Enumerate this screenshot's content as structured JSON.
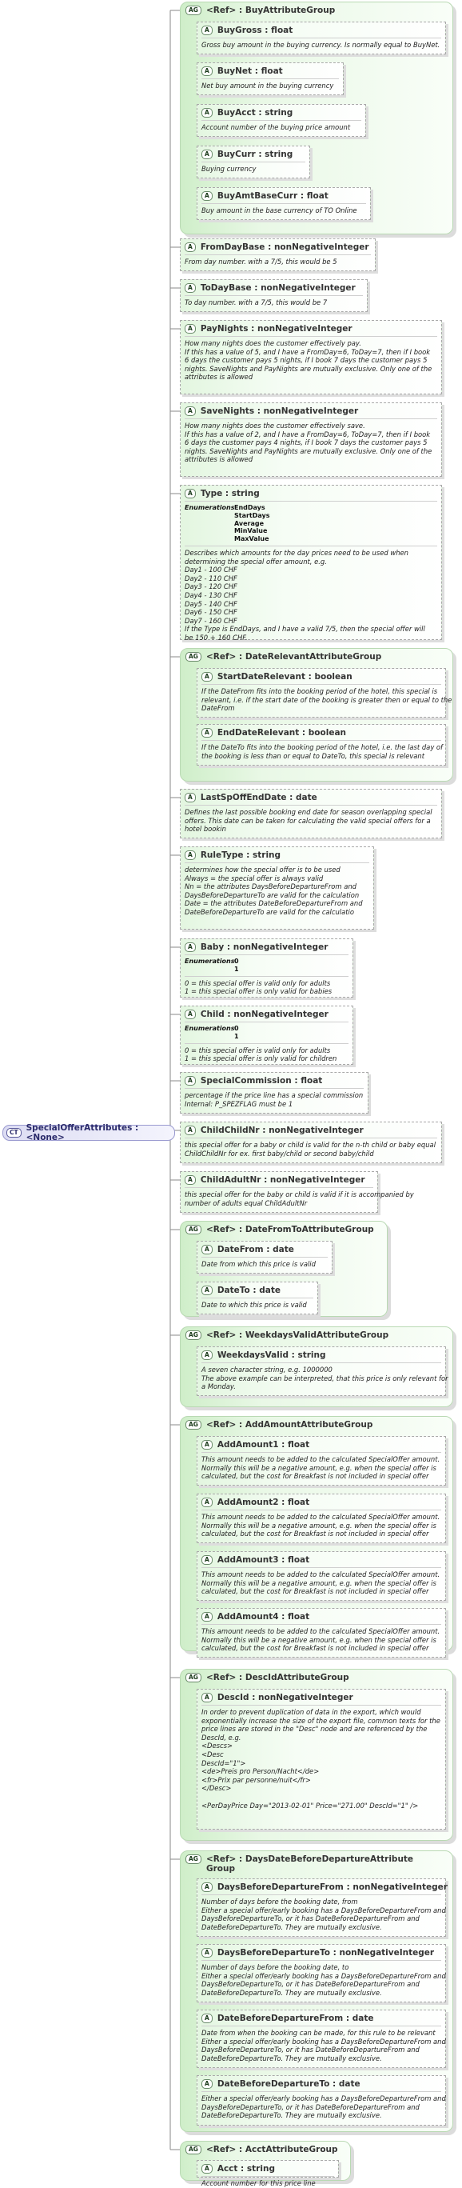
{
  "root": {
    "tag": "CT",
    "title": "SpecialOfferAttributes : <None>"
  },
  "tags": {
    "group": "AG",
    "attr": "A"
  },
  "nodes": {
    "buy_grp": {
      "title": "<Ref>      : BuyAttributeGroup"
    },
    "buygross": {
      "title": "BuyGross : float",
      "doc": [
        "Gross buy amount in the buying currency. Is normally equal to BuyNet."
      ]
    },
    "buynet": {
      "title": "BuyNet    : float",
      "doc": [
        "Net buy amount in the buying currency"
      ]
    },
    "buyacct": {
      "title": "BuyAcct : string",
      "doc": [
        "Account number of the buying price amount"
      ]
    },
    "buycurr": {
      "title": "BuyCurr : string",
      "doc": [
        "Buying currency"
      ]
    },
    "buyamtbase": {
      "title": "BuyAmtBaseCurr : float",
      "doc": [
        "Buy amount in the base currency of TO Online"
      ]
    },
    "fromdaybase": {
      "title": "FromDayBase : nonNegativeInteger",
      "doc": [
        "From day number. with a 7/5, this would be 5"
      ]
    },
    "todaybase": {
      "title": "ToDayBase : nonNegativeInteger",
      "doc": [
        "To day number. with a 7/5, this would be 7"
      ]
    },
    "paynights": {
      "title": "PayNights : nonNegativeInteger",
      "doc": [
        "How many nights does the customer effectively pay.",
        "If this has a value of 5, and I have a FromDay=6, ToDay=7, then if I book",
        "6 days the customer pays 5 nights, if I book 7 days the customer pays 5",
        "nights. SaveNights and PayNights are mutually exclusive. Only one of the",
        "attributes is allowed"
      ]
    },
    "savenights": {
      "title": "SaveNights : nonNegativeInteger",
      "doc": [
        "How many nights does the customer effectively save.",
        "If this has a value of 2, and I have a FromDay=6, ToDay=7, then if I book",
        "6 days the customer pays 4 nights, if I book 7 days the customer pays 5",
        "nights. SaveNights and PayNights are mutually exclusive. Only one of the",
        "attributes is allowed"
      ]
    },
    "type": {
      "title": "Type      : string",
      "enum_label": "Enumerations",
      "enums": [
        "EndDays",
        "StartDays",
        "Average",
        "MinValue",
        "MaxValue"
      ],
      "doc": [
        "Describes which amounts for the day prices need to be used when",
        "determining the special offer amount, e.g.",
        "Day1 - 100 CHF",
        "Day2 - 110 CHF",
        "Day3 - 120 CHF",
        "Day4 - 130 CHF",
        "Day5 - 140 CHF",
        "Day6 - 150 CHF",
        "Day7 - 160 CHF",
        "If the Type is EndDays, and I have a valid 7/5, then the special offer will",
        "be 150 + 160 CHF."
      ]
    },
    "daterel_grp": {
      "title": "<Ref>      : DateRelevantAttributeGroup"
    },
    "startdaterel": {
      "title": "StartDateRelevant : boolean",
      "doc": [
        "If the DateFrom fits into the booking period of the hotel, this special is",
        "relevant, i.e. if the start date of the booking is greater then or equal to the",
        "DateFrom"
      ]
    },
    "enddaterel": {
      "title": "EndDateRelevant : boolean",
      "doc": [
        "If the DateTo fits into the booking period of the hotel, i.e. the last day of",
        "the booking is less than or equal to DateTo, this special is relevant"
      ]
    },
    "lastspoff": {
      "title": "LastSpOffEndDate : date",
      "doc": [
        "Defines the last possible booking end date for season overlapping special",
        "offers. This date can be taken for calculating the valid special offers for a",
        "hotel bookin"
      ]
    },
    "ruletype": {
      "title": "RuleType : string",
      "doc": [
        "determines how the special offer is to be used",
        "Always = the special offer is always valid",
        "Nn = the attributes DaysBeforeDepartureFrom and",
        "DaysBeforeDepartureTo are valid for the calculation",
        "Date = the attributes DateBeforeDepartureFrom and",
        "DateBeforeDepartureTo are valid for the calculatio"
      ]
    },
    "baby": {
      "title": "Baby      : nonNegativeInteger",
      "enum_label": "Enumerations",
      "enums": [
        "0",
        "1"
      ],
      "doc": [
        "0 = this special offer is valid only for adults",
        "1 = this special offer is only valid for babies"
      ]
    },
    "child": {
      "title": "Child      : nonNegativeInteger",
      "enum_label": "Enumerations",
      "enums": [
        "0",
        "1"
      ],
      "doc": [
        "0 = this special offer is valid only for adults",
        "1 = this special offer is only valid for children"
      ]
    },
    "specialcomm": {
      "title": "SpecialCommission : float",
      "doc": [
        "percentage if the price line has a special commission",
        "Internal: P_SPEZFLAG must be 1"
      ]
    },
    "childchildnr": {
      "title": "ChildChildNr : nonNegativeInteger",
      "doc": [
        "this special offer for a baby or child is valid for the n-th child or baby equal",
        "ChildChildNr for ex. first baby/child or second baby/child"
      ]
    },
    "childadultnr": {
      "title": "ChildAdultNr : nonNegativeInteger",
      "doc": [
        "this special offer for the baby or child is valid if it is accompanied by",
        "number of adults equal ChildAdultNr"
      ]
    },
    "datefromto_grp": {
      "title": "<Ref>      : DateFromToAttributeGroup"
    },
    "datefrom": {
      "title": "DateFrom : date",
      "doc": [
        "Date from which this price is valid"
      ]
    },
    "dateto": {
      "title": "DateTo    : date",
      "doc": [
        "Date to which this price is valid"
      ]
    },
    "weekdays_grp": {
      "title": "<Ref>      : WeekdaysValidAttributeGroup"
    },
    "weekdaysvalid": {
      "title": "WeekdaysValid : string",
      "doc": [
        "A seven character string, e.g. 1000000",
        "The above example can be interpreted, that this price is only relevant for",
        "a Monday."
      ]
    },
    "addamount_grp": {
      "title": "<Ref>      : AddAmountAttributeGroup"
    },
    "addamount1": {
      "title": "AddAmount1 : float",
      "doc": [
        "This amount needs to be added to the calculated SpecialOffer amount.",
        "Normally this will be a negative amount, e.g. when the special offer is",
        "calculated, but the cost for Breakfast is not included in special offer"
      ]
    },
    "addamount2": {
      "title": "AddAmount2 : float",
      "doc": [
        "This amount needs to be added to the calculated SpecialOffer amount.",
        "Normally this will be a negative amount, e.g. when the special offer is",
        "calculated, but the cost for Breakfast is not included in special offer"
      ]
    },
    "addamount3": {
      "title": "AddAmount3 : float",
      "doc": [
        "This amount needs to be added to the calculated SpecialOffer amount.",
        "Normally this will be a negative amount, e.g. when the special offer is",
        "calculated, but the cost for Breakfast is not included in special offer"
      ]
    },
    "addamount4": {
      "title": "AddAmount4 : float",
      "doc": [
        "This amount needs to be added to the calculated SpecialOffer amount.",
        "Normally this will be a negative amount, e.g. when the special offer is",
        "calculated, but the cost for Breakfast is not included in special offer"
      ]
    },
    "descid_grp": {
      "title": "<Ref>      : DescIdAttributeGroup"
    },
    "descid": {
      "title": "DescId    : nonNegativeInteger",
      "doc": [
        "In order to prevent duplication of data in the export, which would",
        "exponentially increase the size of the export file, common texts for the",
        "price lines are stored in the \"Desc\" node and are referenced by the",
        "DescId, e.g.",
        "<Descs>",
        "<Desc",
        "DescId=\"1\">",
        "<de>Preis pro Person/Nacht</de>",
        "<fr>Prix par personne/nuit</fr>",
        "</Desc>",
        "",
        "<PerDayPrice Day=\"2013-02-01\" Price=\"271.00\" DescId=\"1\" />"
      ]
    },
    "daysbefore_grp": {
      "title": "<Ref>      : DaysDateBeforeDepartureAttribute",
      "title2": "Group"
    },
    "daysbeffrom": {
      "title": "DaysBeforeDepartureFrom : nonNegativeInteger",
      "doc": [
        "Number of days before the booking date, from",
        "Either a special offer/early booking has a DaysBeforeDepartureFrom and",
        "DaysBeforeDepartureTo, or it has DateBeforeDepartureFrom and",
        "DateBeforeDepartureTo. They are mutually exclusive."
      ]
    },
    "daysbefto": {
      "title": "DaysBeforeDepartureTo : nonNegativeInteger",
      "doc": [
        "Number of days before the booking date, to",
        "Either a special offer/early booking has a DaysBeforeDepartureFrom and",
        "DaysBeforeDepartureTo, or it has DateBeforeDepartureFrom and",
        "DateBeforeDepartureTo. They are mutually exclusive."
      ]
    },
    "datebeffrom": {
      "title": "DateBeforeDepartureFrom : date",
      "doc": [
        "Date from when the booking can be made, for this rule to be relevant",
        "Either a special offer/early booking has a DaysBeforeDepartureFrom and",
        "DaysBeforeDepartureTo, or it has DateBeforeDepartureFrom and",
        "DateBeforeDepartureTo. They are mutually exclusive."
      ]
    },
    "datebefto": {
      "title": "DateBeforeDepartureTo : date",
      "doc": [
        "Either a special offer/early booking has a DaysBeforeDepartureFrom and",
        "DaysBeforeDepartureTo, or it has DateBeforeDepartureFrom and",
        "DateBeforeDepartureTo. They are mutually exclusive."
      ]
    },
    "acct_grp": {
      "title": "<Ref>      : AcctAttributeGroup"
    },
    "acct": {
      "title": "Acct        : string",
      "doc": [
        "Account number for this price line"
      ]
    }
  }
}
